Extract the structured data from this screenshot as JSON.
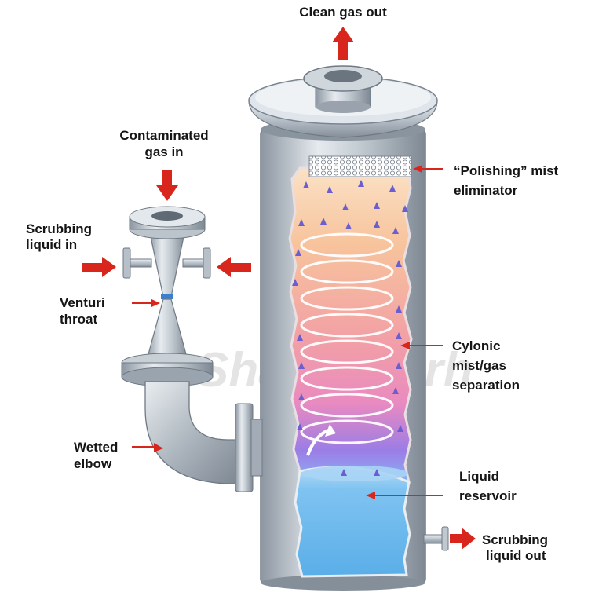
{
  "labels": {
    "clean_gas_out": "Clean gas out",
    "contaminated_gas_in": [
      "Contaminated",
      "gas in"
    ],
    "scrubbing_liquid_in": [
      "Scrubbing",
      "liquid in"
    ],
    "venturi_throat": [
      "Venturi",
      "throat"
    ],
    "wetted_elbow": [
      "Wetted",
      "elbow"
    ],
    "polishing_mist_eliminator": [
      "“Polishing” mist",
      "eliminator"
    ],
    "cyclonic_separation": [
      "Cylonic",
      "mist/gas",
      "separation"
    ],
    "liquid_reservoir": [
      "Liquid",
      "reservoir"
    ],
    "scrubbing_liquid_out": [
      "Scrubbing",
      "liquid out"
    ]
  },
  "watermark": "ShayanTarh",
  "colors": {
    "arrow": "#d8261c",
    "steel": "#a9b3bd",
    "interior_top": "#f6c9a2",
    "interior_mid": "#f08fb0",
    "interior_low": "#a27ee6",
    "liquid": "#7cc2f2",
    "droplet": "#6a5ed0"
  }
}
